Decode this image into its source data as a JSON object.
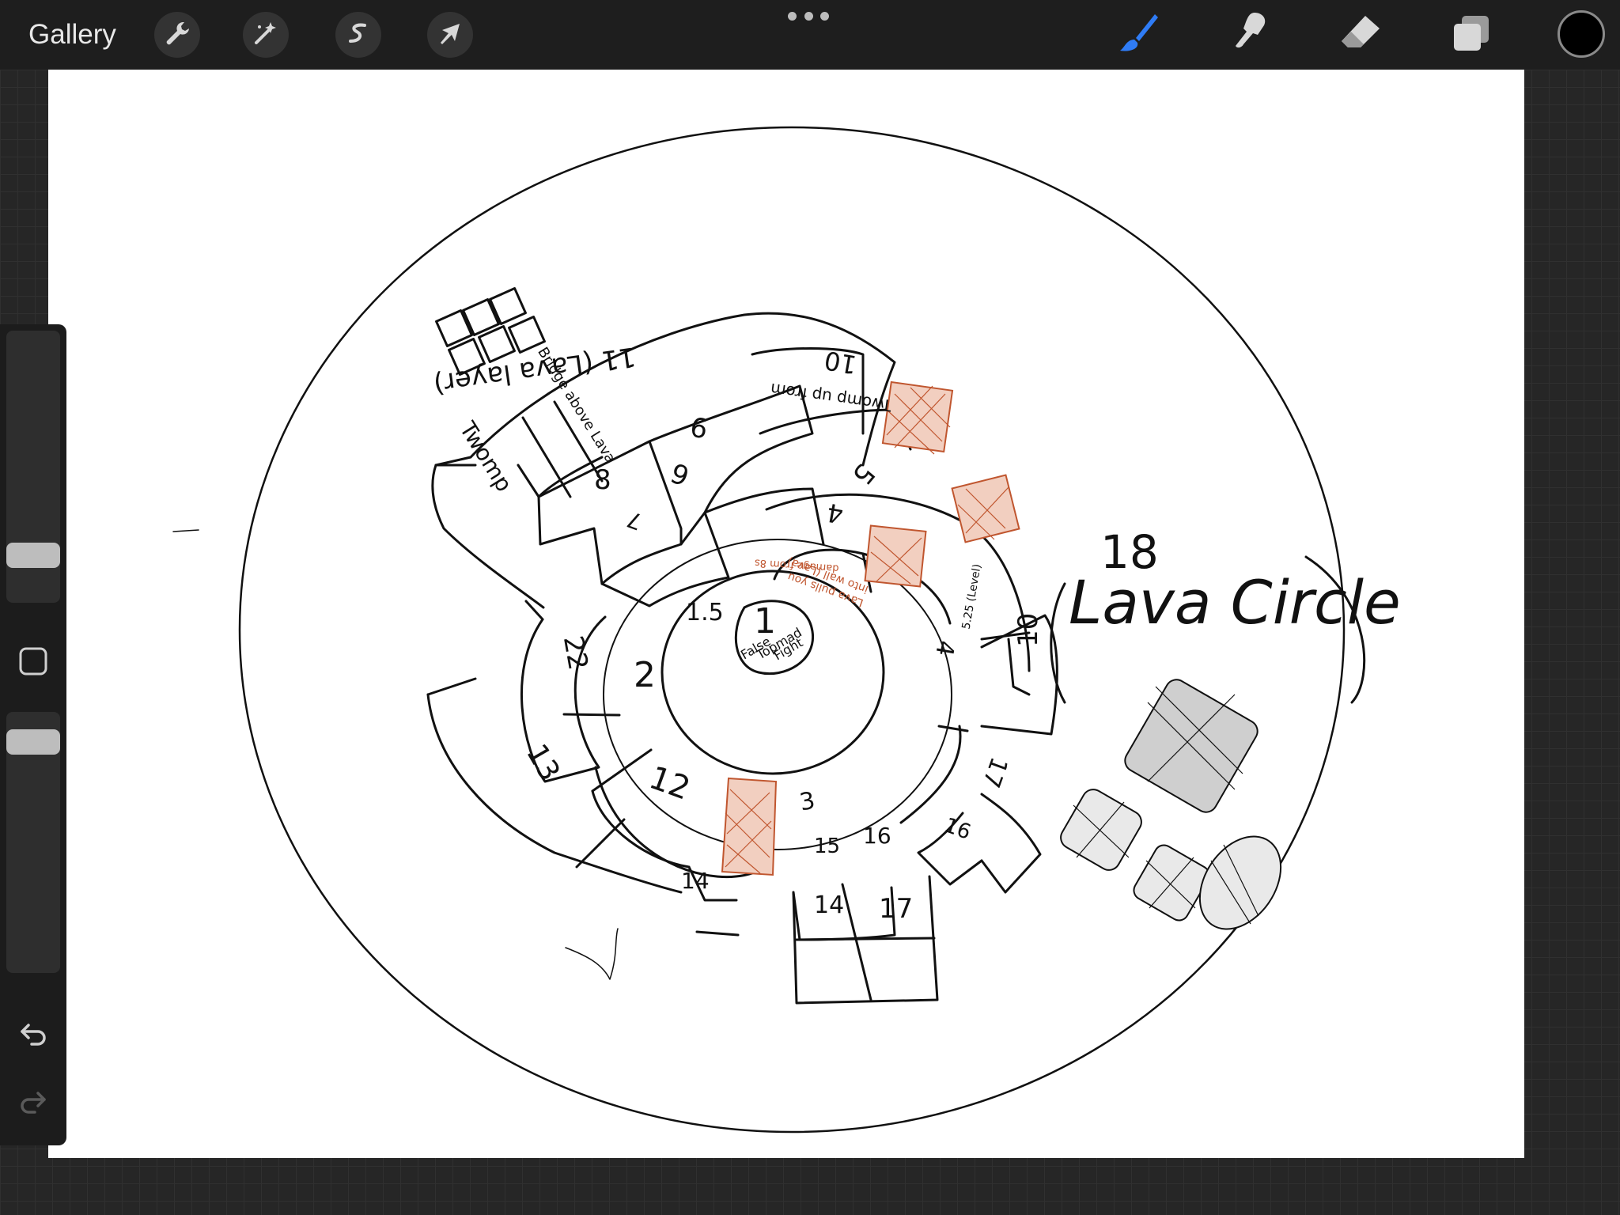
{
  "app": {
    "gallery_label": "Gallery",
    "top_tools": [
      {
        "name": "actions",
        "icon": "wrench-icon"
      },
      {
        "name": "adjustments",
        "icon": "magic-wand-icon"
      },
      {
        "name": "selection",
        "icon": "selection-s-icon"
      },
      {
        "name": "transform",
        "icon": "arrow-cursor-icon"
      }
    ],
    "more_icon": "more-dots-icon",
    "right_tools": [
      {
        "name": "brush",
        "icon": "brush-icon",
        "active": true
      },
      {
        "name": "smudge",
        "icon": "smudge-icon",
        "active": false
      },
      {
        "name": "eraser",
        "icon": "eraser-icon",
        "active": false
      },
      {
        "name": "layers",
        "icon": "layers-icon",
        "active": false
      }
    ],
    "current_color": "#000000",
    "active_tool_color": "#2f7cf6"
  },
  "sidebar": {
    "brush_size_level": 0.85,
    "opacity_level": 1.0,
    "modify_icon": "square-modify-icon",
    "undo_icon": "undo-icon",
    "redo_icon": "redo-icon"
  },
  "drawing": {
    "ink_color": "#111111",
    "accent_color": "#c0562f",
    "labels": {
      "lava_circle_num": "18",
      "lava_circle": "Lava Circle",
      "lava_layer": "11 (Lava layer)",
      "twomp": "Twomp",
      "bridge": "Bridge above Lava",
      "r10": "10",
      "r10_note": "Twomp up from",
      "r9": "9",
      "r8": "8",
      "r7": "7",
      "r6": "6",
      "r5": "5",
      "r4a": "4",
      "r4b": "4",
      "r525": "5.25 (Level)",
      "r10b": "10",
      "red_note1": "Lava pulls you",
      "red_note2": "into wall (Lava)",
      "red_note3": "damage from 8s",
      "r1": "1",
      "r1_note1": "False",
      "r1_note2": "Topmad",
      "r1_note3": "Fight",
      "r15": "1.5",
      "r2": "2",
      "r22": "22",
      "r13": "13",
      "r12": "12",
      "r14": "14",
      "r3": "3",
      "r15b": "15",
      "r16": "16",
      "r14b": "14",
      "r17": "17",
      "r16b": "16",
      "r17b": "17"
    }
  }
}
